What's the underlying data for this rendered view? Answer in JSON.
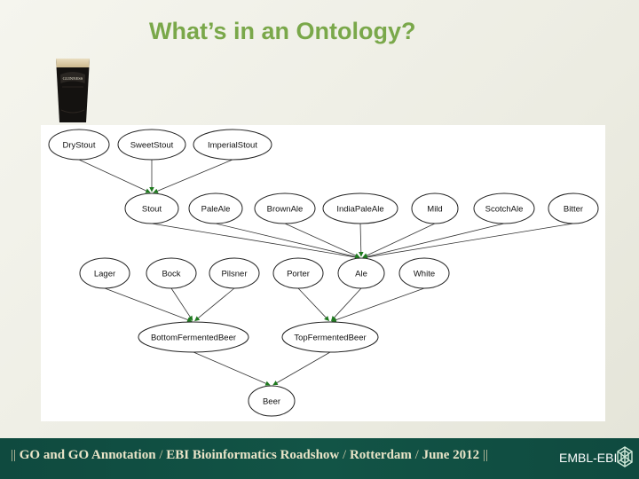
{
  "slide": {
    "title": "What’s in an Ontology?"
  },
  "photo": {
    "label": "GUINNESS"
  },
  "diagram": {
    "nodes": [
      {
        "id": "drystout",
        "label": "DryStout"
      },
      {
        "id": "sweetstout",
        "label": "SweetStout"
      },
      {
        "id": "imperialstout",
        "label": "ImperialStout"
      },
      {
        "id": "stout",
        "label": "Stout"
      },
      {
        "id": "paleale",
        "label": "PaleAle"
      },
      {
        "id": "brownale",
        "label": "BrownAle"
      },
      {
        "id": "indiapaleale",
        "label": "IndiaPaleAle"
      },
      {
        "id": "mild",
        "label": "Mild"
      },
      {
        "id": "scotchale",
        "label": "ScotchAle"
      },
      {
        "id": "bitter",
        "label": "Bitter"
      },
      {
        "id": "lager",
        "label": "Lager"
      },
      {
        "id": "bock",
        "label": "Bock"
      },
      {
        "id": "pilsner",
        "label": "Pilsner"
      },
      {
        "id": "porter",
        "label": "Porter"
      },
      {
        "id": "ale",
        "label": "Ale"
      },
      {
        "id": "white",
        "label": "White"
      },
      {
        "id": "bottomfermentedbeer",
        "label": "BottomFermentedBeer"
      },
      {
        "id": "topfermentedbeer",
        "label": "TopFermentedBeer"
      },
      {
        "id": "beer",
        "label": "Beer"
      }
    ],
    "edges": [
      [
        "drystout",
        "stout"
      ],
      [
        "sweetstout",
        "stout"
      ],
      [
        "imperialstout",
        "stout"
      ],
      [
        "stout",
        "ale"
      ],
      [
        "paleale",
        "ale"
      ],
      [
        "brownale",
        "ale"
      ],
      [
        "indiapaleale",
        "ale"
      ],
      [
        "mild",
        "ale"
      ],
      [
        "scotchale",
        "ale"
      ],
      [
        "bitter",
        "ale"
      ],
      [
        "lager",
        "bottomfermentedbeer"
      ],
      [
        "bock",
        "bottomfermentedbeer"
      ],
      [
        "pilsner",
        "bottomfermentedbeer"
      ],
      [
        "porter",
        "topfermentedbeer"
      ],
      [
        "ale",
        "topfermentedbeer"
      ],
      [
        "white",
        "topfermentedbeer"
      ],
      [
        "bottomfermentedbeer",
        "beer"
      ],
      [
        "topfermentedbeer",
        "beer"
      ]
    ]
  },
  "footer": {
    "items": [
      "GO and GO Annotation",
      "EBI Bioinformatics Roadshow",
      "Rotterdam",
      "June 2012"
    ],
    "logo": "EMBL-EBI"
  }
}
